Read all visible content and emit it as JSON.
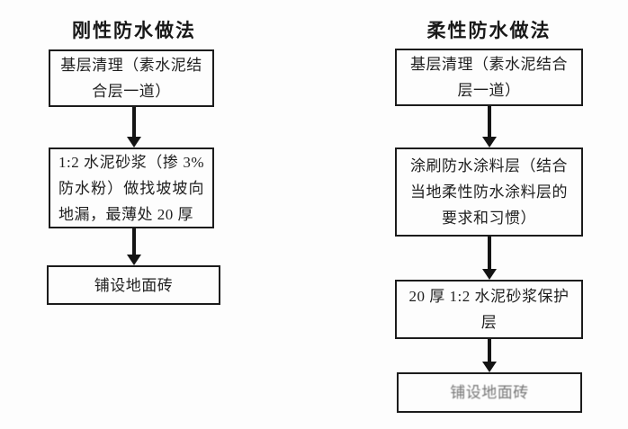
{
  "colors": {
    "background": "#fdfdfd",
    "box_border": "#1c1c1c",
    "text": "#1f1f1f",
    "arrow": "#141414",
    "faded_text": "#5e5e5e"
  },
  "flowcharts": [
    {
      "title": "刚性防水做法",
      "steps": [
        {
          "text": "基层清理（素水泥结合层一道）"
        },
        {
          "text": "1:2 水泥砂浆（掺 3% 防水粉）做找坡坡向地漏，最薄处 20 厚"
        },
        {
          "text": "铺设地面砖"
        }
      ]
    },
    {
      "title": "柔性防水做法",
      "steps": [
        {
          "text": "基层清理（素水泥结合层一道）"
        },
        {
          "text": "涂刷防水涂料层（结合当地柔性防水涂料层的要求和习惯）"
        },
        {
          "text": "20 厚 1:2 水泥砂浆保护层"
        },
        {
          "text": "铺设地面砖"
        }
      ]
    }
  ]
}
